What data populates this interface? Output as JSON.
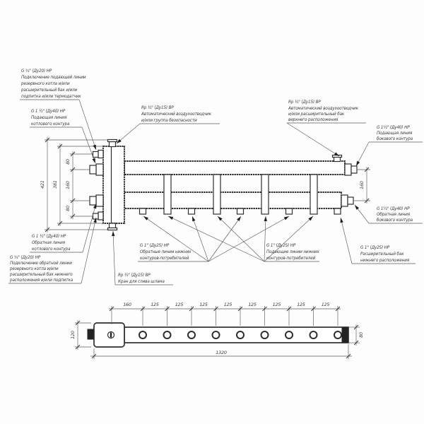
{
  "labels": {
    "supply_reserve": {
      "lines": [
        "G ¾\" (Ду20) НР",
        "Подключение подающей линии",
        "резервного котла и/или",
        "расширительный бак и/или",
        "подпитка и/или термодатчик"
      ]
    },
    "boiler_supply": {
      "lines": [
        "G 1 ½\" (Ду40) НР",
        "Подающая линия",
        "котлового контура"
      ]
    },
    "air_vent": {
      "lines": [
        "Rp ½\" (Ду15) ВР",
        "Автоматический воздухоотводчик",
        "и/или группа безопасности"
      ]
    },
    "air_vent_tank": {
      "lines": [
        "Rp ½\" (Ду15) ВР",
        "Автоматический воздухоотводчик",
        "и/или расширительный бак",
        "верхнего расположения"
      ]
    },
    "side_supply": {
      "lines": [
        "G 1½\" (Ду40) НР",
        "Подающая линия",
        "бокового контура"
      ]
    },
    "side_return": {
      "lines": [
        "G 1½\" (Ду40) НР",
        "Обратная линия",
        "бокового контура"
      ]
    },
    "lower_tank": {
      "lines": [
        "G 1\" (Ду25) НР",
        "Расширительный бак",
        "нижнего расположения"
      ]
    },
    "lower_returns": {
      "lines": [
        "G 1\" (Ду25) НР",
        "Обратные линии нижних",
        "контуров-потребителей"
      ]
    },
    "lower_supplies": {
      "lines": [
        "G 1\" (Ду25) НР",
        "Подающие линии нижних",
        "контуров-потребителей"
      ]
    },
    "drain": {
      "lines": [
        "Rp ½\" (Ду15) ВР",
        "Кран для слива шлама"
      ]
    },
    "boiler_return": {
      "lines": [
        "G 1 ½\" (Ду40) НР",
        "Обратная линия",
        "котлового контура"
      ]
    },
    "return_reserve": {
      "lines": [
        "G ¾\" (Ду20) НР",
        "Подключение обратной линии",
        "резервного котла и/или",
        "расширительный бак нижнего",
        "расположения и/или подпитка"
      ]
    }
  },
  "dims": {
    "front": {
      "overall": "421",
      "body": "381",
      "gap_top": "80",
      "gap_mid": "160",
      "gap_bottom": "80",
      "side_gap": "160"
    },
    "plan": {
      "first": "160",
      "pitch": "125",
      "total": "1320",
      "depth": "120",
      "width": "80"
    }
  }
}
